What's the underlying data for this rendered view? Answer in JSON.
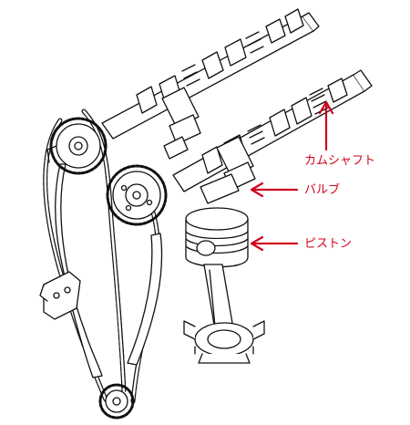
{
  "diagram": {
    "label_color": "#d0021b",
    "line_color": "#111111",
    "labels": {
      "camshaft": "カムシャフト",
      "valve": "バルブ",
      "piston": "ピストン"
    }
  }
}
